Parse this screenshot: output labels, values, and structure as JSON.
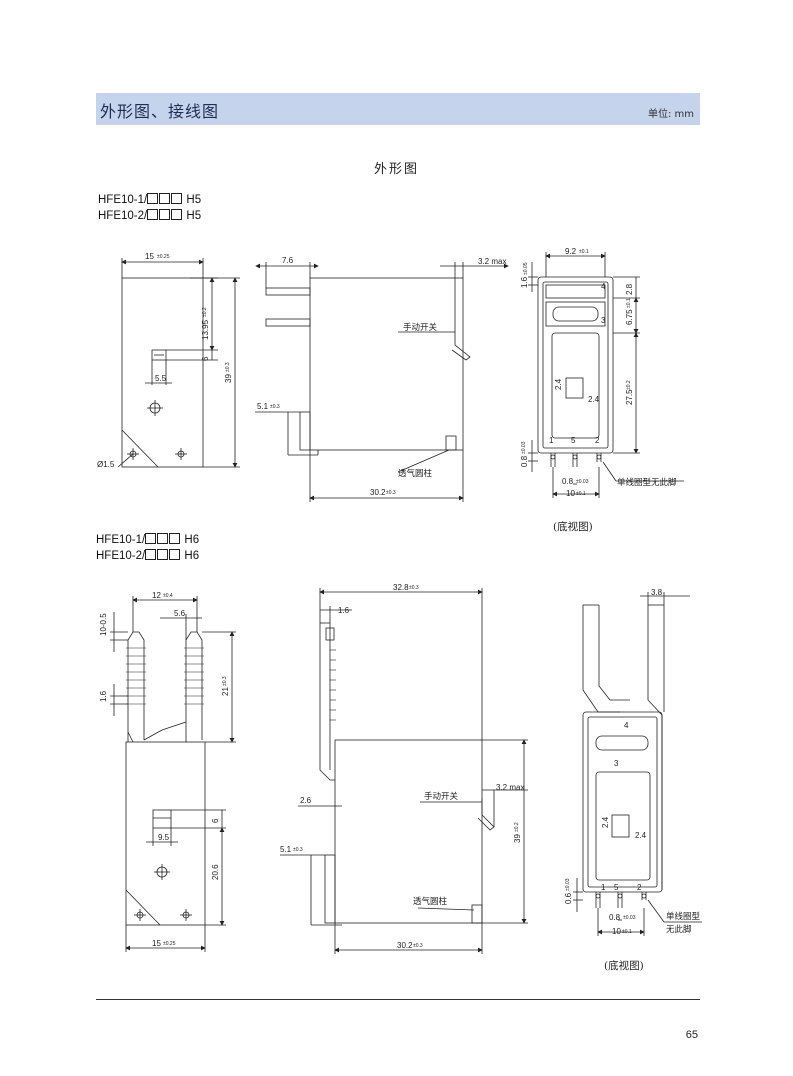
{
  "header": {
    "title": "外形图、接线图",
    "unit": "单位: mm",
    "background_color": "#c5d3ec"
  },
  "section_title": "外形图",
  "h5": {
    "model_line_1": {
      "prefix": "HFE10-1/",
      "suffix": " H5"
    },
    "model_line_2": {
      "prefix": "HFE10-2/",
      "suffix": " H5"
    },
    "front": {
      "width": "15",
      "width_tol": "±0.25",
      "depth": "13.95",
      "depth_tol": "±0.2",
      "slot_h": "6",
      "slot_w": "5.5",
      "height": "39",
      "height_tol": "±0.3",
      "hole": "Ø1.5"
    },
    "side": {
      "top_dim": "7.6",
      "max_dim": "3.2 max",
      "manual_switch": "手动开关",
      "pin_dim": "5.1",
      "pin_tol": "±0.3",
      "vent_post": "透气圆柱",
      "length": "30.2",
      "length_tol": "±0.3"
    },
    "bottom": {
      "width": "9.2",
      "width_tol": "±0.1",
      "d1": "1.6",
      "d1_tol": "±0.05",
      "d2": "2.8",
      "d3": "6.75",
      "d3_tol": "±0.1",
      "d4": "27.5",
      "d4_tol": "±0.2",
      "sq1": "2.4",
      "sq2": "2.4",
      "pin_h": "0.8",
      "pin_h_tol": "±0.03",
      "pin_w": "0.8",
      "pin_w_tol": "±0.03",
      "pitch": "10",
      "pitch_tol": "±0.1",
      "term_4": "4",
      "term_3": "3",
      "term_1": "1",
      "term_5": "5",
      "term_2": "2",
      "note": "单线圈型无此脚",
      "caption": "(底视图)"
    }
  },
  "h6": {
    "model_line_1": {
      "prefix": "HFE10-1/",
      "suffix": " H6"
    },
    "model_line_2": {
      "prefix": "HFE10-2/",
      "suffix": " H6"
    },
    "front": {
      "top_w": "12",
      "top_w_tol": "±0.4",
      "gap": "5.6",
      "d1": "10-0.5",
      "d2": "1.6",
      "term_h": "21",
      "term_h_tol": "±0.3",
      "slot_h": "6",
      "slot_w": "9.5",
      "low_h": "20.6",
      "width": "15",
      "width_tol": "±0.25"
    },
    "side": {
      "total": "32.8",
      "total_tol": "±0.3",
      "top_dim": "1.6",
      "max_dim": "3.2 max",
      "manual_switch": "手动开关",
      "d26": "2.6",
      "height": "39",
      "height_tol": "±0.2",
      "pin_dim": "5.1",
      "pin_tol": "±0.3",
      "vent_post": "透气圆柱",
      "length": "30.2",
      "length_tol": "±0.3"
    },
    "bottom": {
      "top_dim": "3.8",
      "term_4": "4",
      "term_3": "3",
      "sq1": "2.4",
      "sq2": "2.4",
      "pin_h": "0.6",
      "pin_h_tol": "±0.03",
      "term_1": "1",
      "term_5": "5",
      "term_2": "2",
      "pin_w": "0.8",
      "pin_w_tol": "±0.03",
      "pitch": "10",
      "pitch_tol": "±0.1",
      "note_1": "单线圈型",
      "note_2": "无此脚",
      "caption": "(底视图)"
    }
  },
  "page_number": "65"
}
